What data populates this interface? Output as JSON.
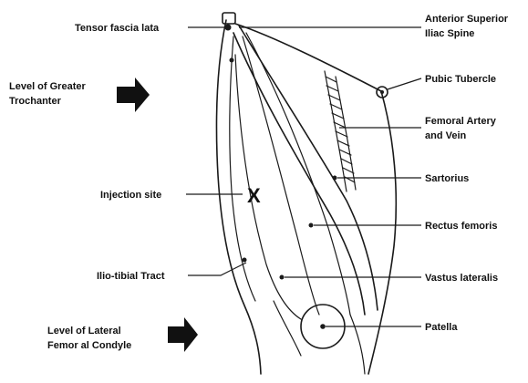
{
  "labels_left": {
    "tensor_fascia_lata": "Tensor fascia lata",
    "greater_trochanter": [
      "Level of Greater",
      "Trochanter"
    ],
    "injection_site": "Injection site",
    "ilio_tibial_tract": "Ilio-tibial Tract",
    "lateral_femoral_condyle": [
      "Level of Lateral",
      "Femor al Condyle"
    ]
  },
  "labels_right": {
    "asis": [
      "Anterior Superior",
      "Iliac Spine"
    ],
    "pubic_tubercle": "Pubic Tubercle",
    "femoral_vessels": [
      "Femoral Artery",
      "and Vein"
    ],
    "sartorius": "Sartorius",
    "rectus_femoris": "Rectus femoris",
    "vastus_lateralis": "Vastus lateralis",
    "patella": "Patella"
  },
  "injection_mark": "X",
  "colors": {
    "ink": "#111111",
    "background": "#ffffff"
  }
}
